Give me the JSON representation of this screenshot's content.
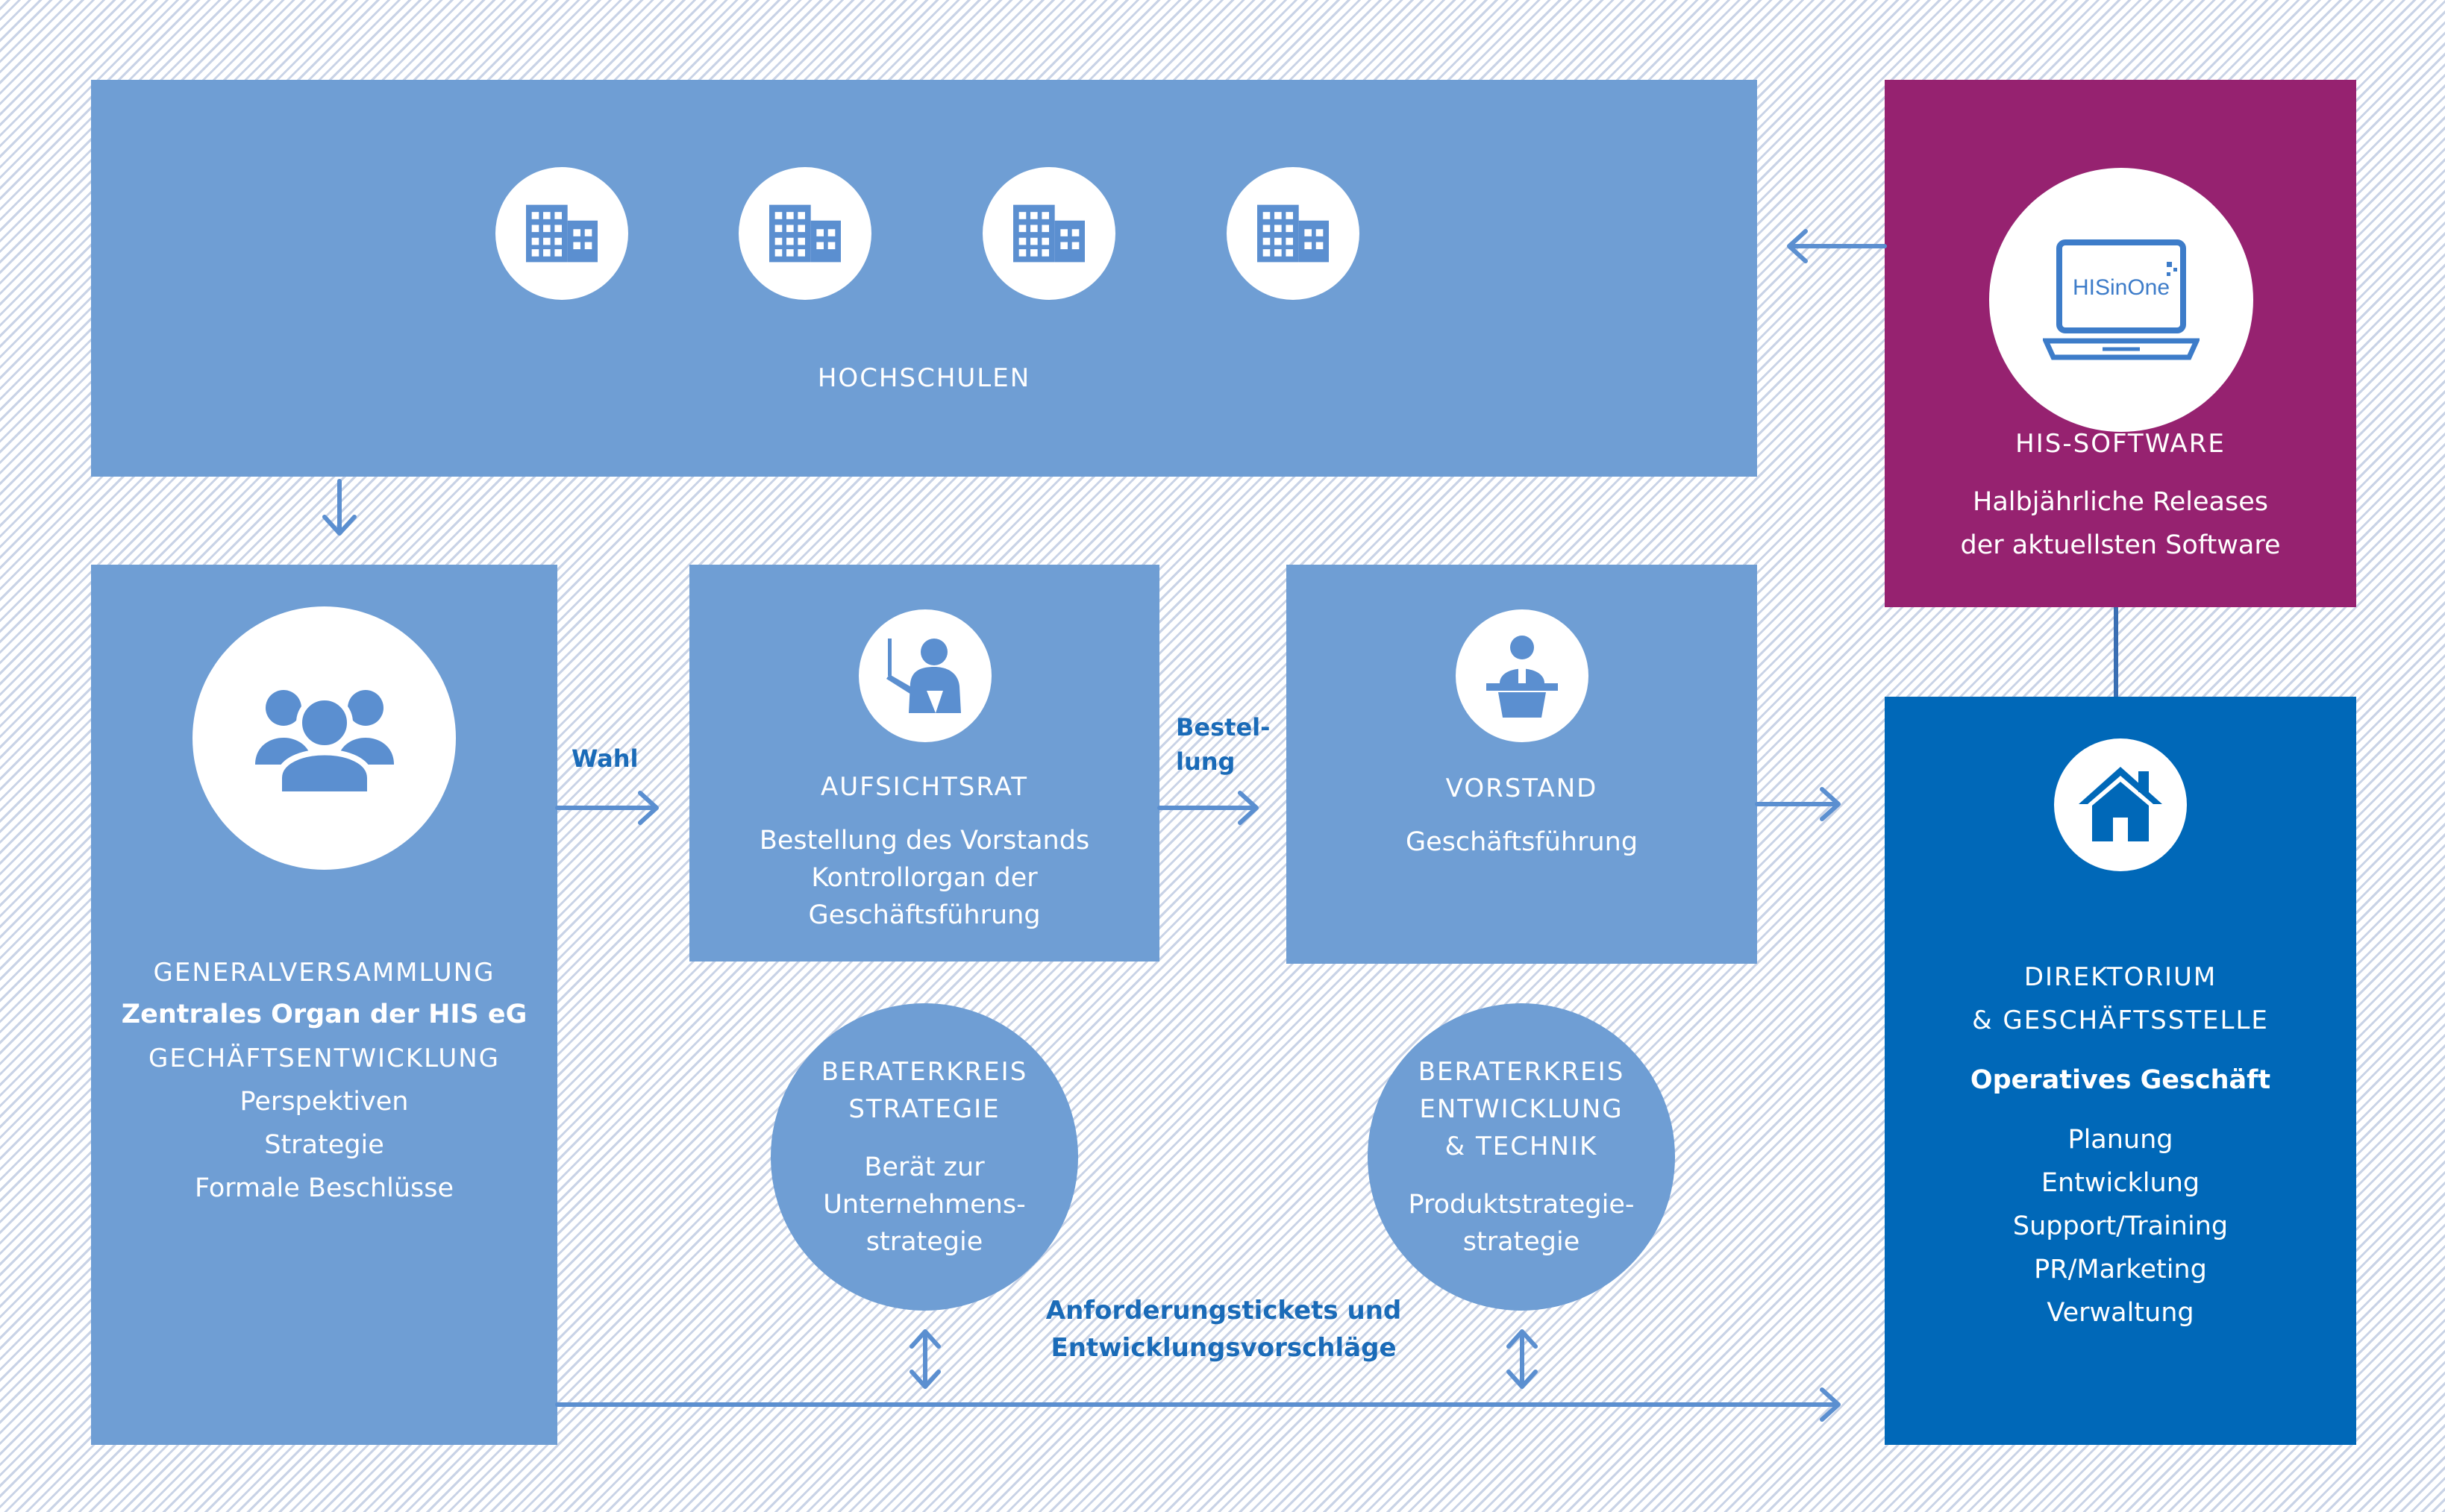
{
  "hochschulen": {
    "title": "HOCHSCHULEN",
    "icons": [
      "building-icon",
      "building-icon",
      "building-icon",
      "building-icon"
    ]
  },
  "software": {
    "title": "HIS-SOFTWARE",
    "line1": "Halbjährliche Releases",
    "line2": "der aktuellsten Software",
    "laptop_text": "HISinOne",
    "icon": "laptop-icon"
  },
  "generalversammlung": {
    "title": "GENERALVERSAMMLUNG",
    "subtitle": "Zentrales Organ der HIS eG",
    "title2": "GECHÄFTSENTWICKLUNG",
    "items": [
      "Perspektiven",
      "Strategie",
      "Formale Beschlüsse"
    ],
    "icon": "group-icon"
  },
  "aufsichtsrat": {
    "title": "AUFSICHTSRAT",
    "lines": [
      "Bestellung des Vorstands",
      "Kontrollorgan der",
      "Geschäftsführung"
    ],
    "icon": "presenter-icon"
  },
  "vorstand": {
    "title": "VORSTAND",
    "line": "Geschäftsführung",
    "icon": "speaker-podium-icon"
  },
  "direktorium": {
    "title1": "DIREKTORIUM",
    "title2": "& GESCHÄFTSSTELLE",
    "subtitle": "Operatives Geschäft",
    "items": [
      "Planung",
      "Entwicklung",
      "Support/Training",
      "PR/Marketing",
      "Verwaltung"
    ],
    "icon": "home-icon"
  },
  "beraterkreis_strategie": {
    "title1": "BERATERKREIS",
    "title2": "STRATEGIE",
    "lines": [
      "Berät zur",
      "Unternehmens-",
      "strategie"
    ]
  },
  "beraterkreis_technik": {
    "title1": "BERATERKREIS",
    "title2": "ENTWICKLUNG",
    "title3": "& TECHNIK",
    "lines": [
      "Produktstrategie-",
      "strategie"
    ]
  },
  "labels": {
    "wahl": "Wahl",
    "bestellung1": "Bestel-",
    "bestellung2": "lung",
    "tickets1": "Anforderungstickets und",
    "tickets2": "Entwicklungsvorschläge"
  },
  "colors": {
    "light_blue": "#6f9ed4",
    "dark_blue": "#0068b8",
    "purple": "#962270",
    "arrow": "#5b8fd0"
  }
}
